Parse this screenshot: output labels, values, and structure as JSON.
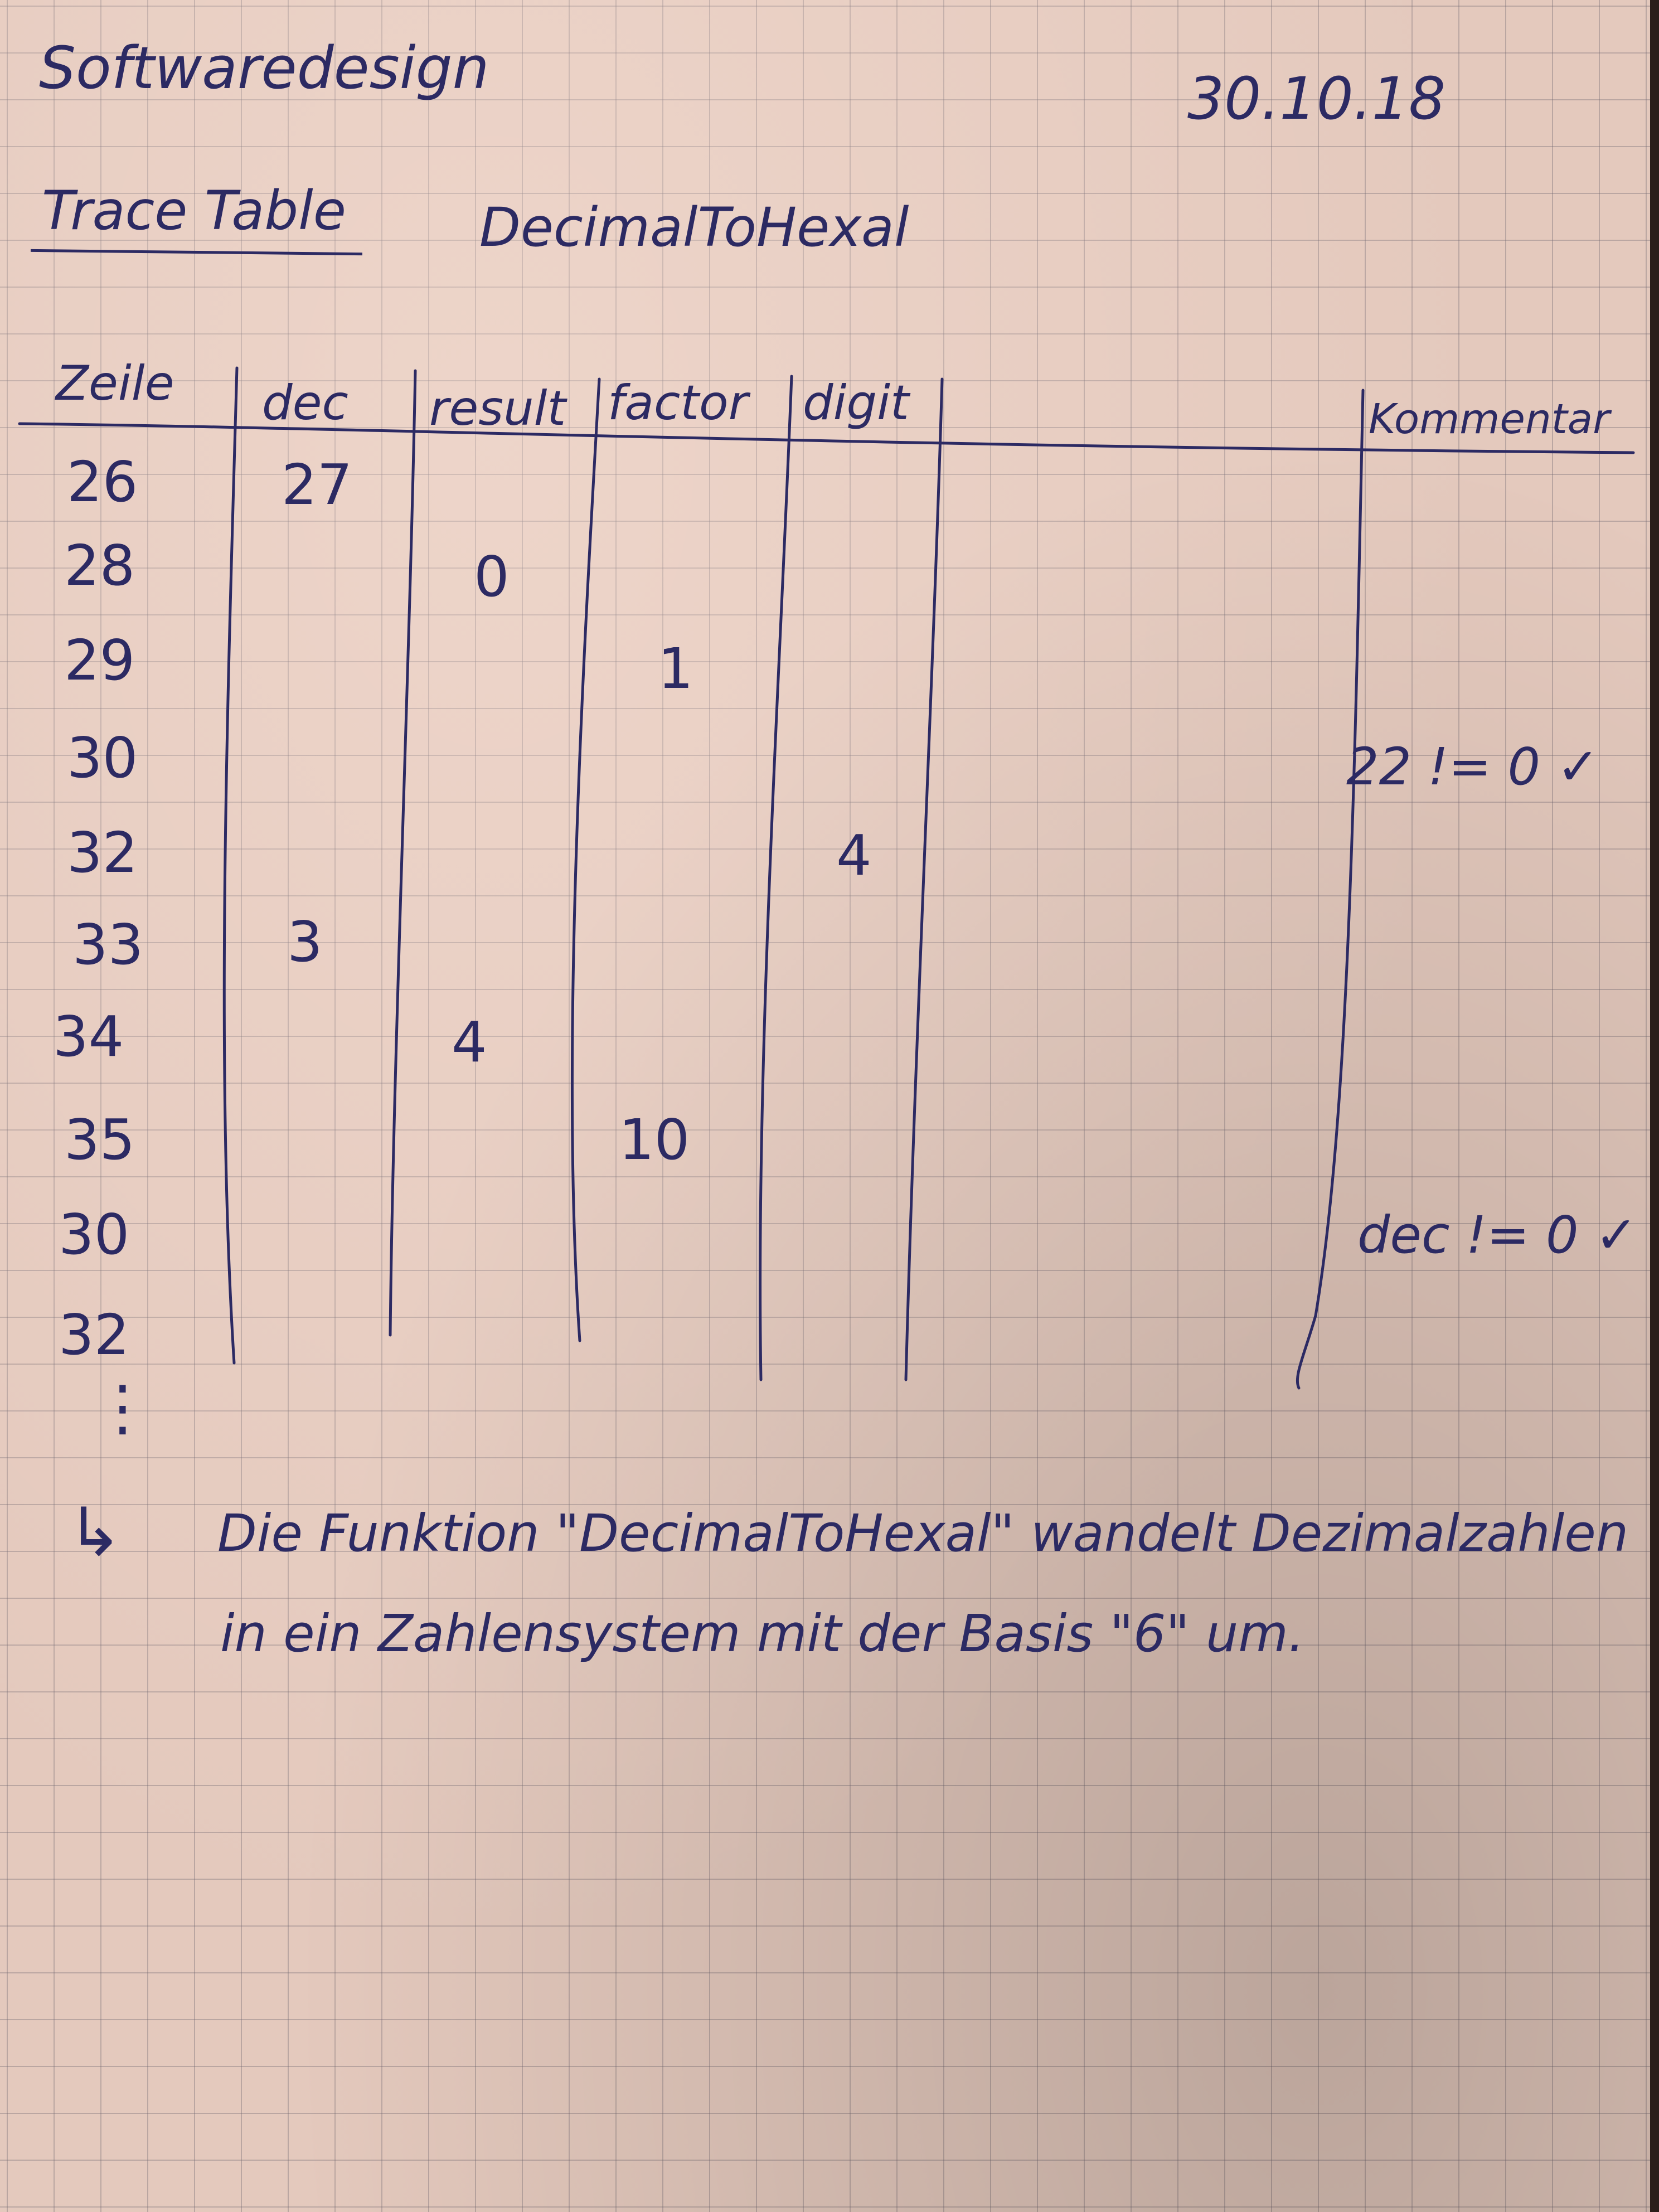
{
  "header": {
    "title": "Softwaredesign",
    "date": "30.10.18",
    "subtitle": "Trace Table",
    "function_name": "DecimalToHexal"
  },
  "table": {
    "columns": [
      "Zeile",
      "dec",
      "result",
      "factor",
      "digit",
      "Kommentar"
    ],
    "rows": [
      {
        "zeile": "26",
        "dec": "27",
        "result": "",
        "factor": "",
        "digit": "",
        "kommentar": ""
      },
      {
        "zeile": "28",
        "dec": "",
        "result": "0",
        "factor": "",
        "digit": "",
        "kommentar": ""
      },
      {
        "zeile": "29",
        "dec": "",
        "result": "",
        "factor": "1",
        "digit": "",
        "kommentar": ""
      },
      {
        "zeile": "30",
        "dec": "",
        "result": "",
        "factor": "",
        "digit": "",
        "kommentar": "22 != 0 ✓"
      },
      {
        "zeile": "32",
        "dec": "",
        "result": "",
        "factor": "",
        "digit": "4",
        "kommentar": ""
      },
      {
        "zeile": "33",
        "dec": "3",
        "result": "",
        "factor": "",
        "digit": "",
        "kommentar": ""
      },
      {
        "zeile": "34",
        "dec": "",
        "result": "4",
        "factor": "",
        "digit": "",
        "kommentar": ""
      },
      {
        "zeile": "35",
        "dec": "",
        "result": "",
        "factor": "10",
        "digit": "",
        "kommentar": ""
      },
      {
        "zeile": "30",
        "dec": "",
        "result": "",
        "factor": "",
        "digit": "",
        "kommentar": "dec != 0 ✓"
      },
      {
        "zeile": "32",
        "dec": "",
        "result": "",
        "factor": "",
        "digit": "",
        "kommentar": ""
      }
    ],
    "continuation": "⋮"
  },
  "note": {
    "arrow": "↳",
    "line1": "Die Funktion \"DecimalToHexal\" wandelt Dezimalzahlen",
    "line2": "in ein Zahlensystem mit der Basis \"6\" um."
  },
  "colors": {
    "paper": "#e4c9bd",
    "ink": "#2c2a63",
    "grid": "#8c8390"
  }
}
